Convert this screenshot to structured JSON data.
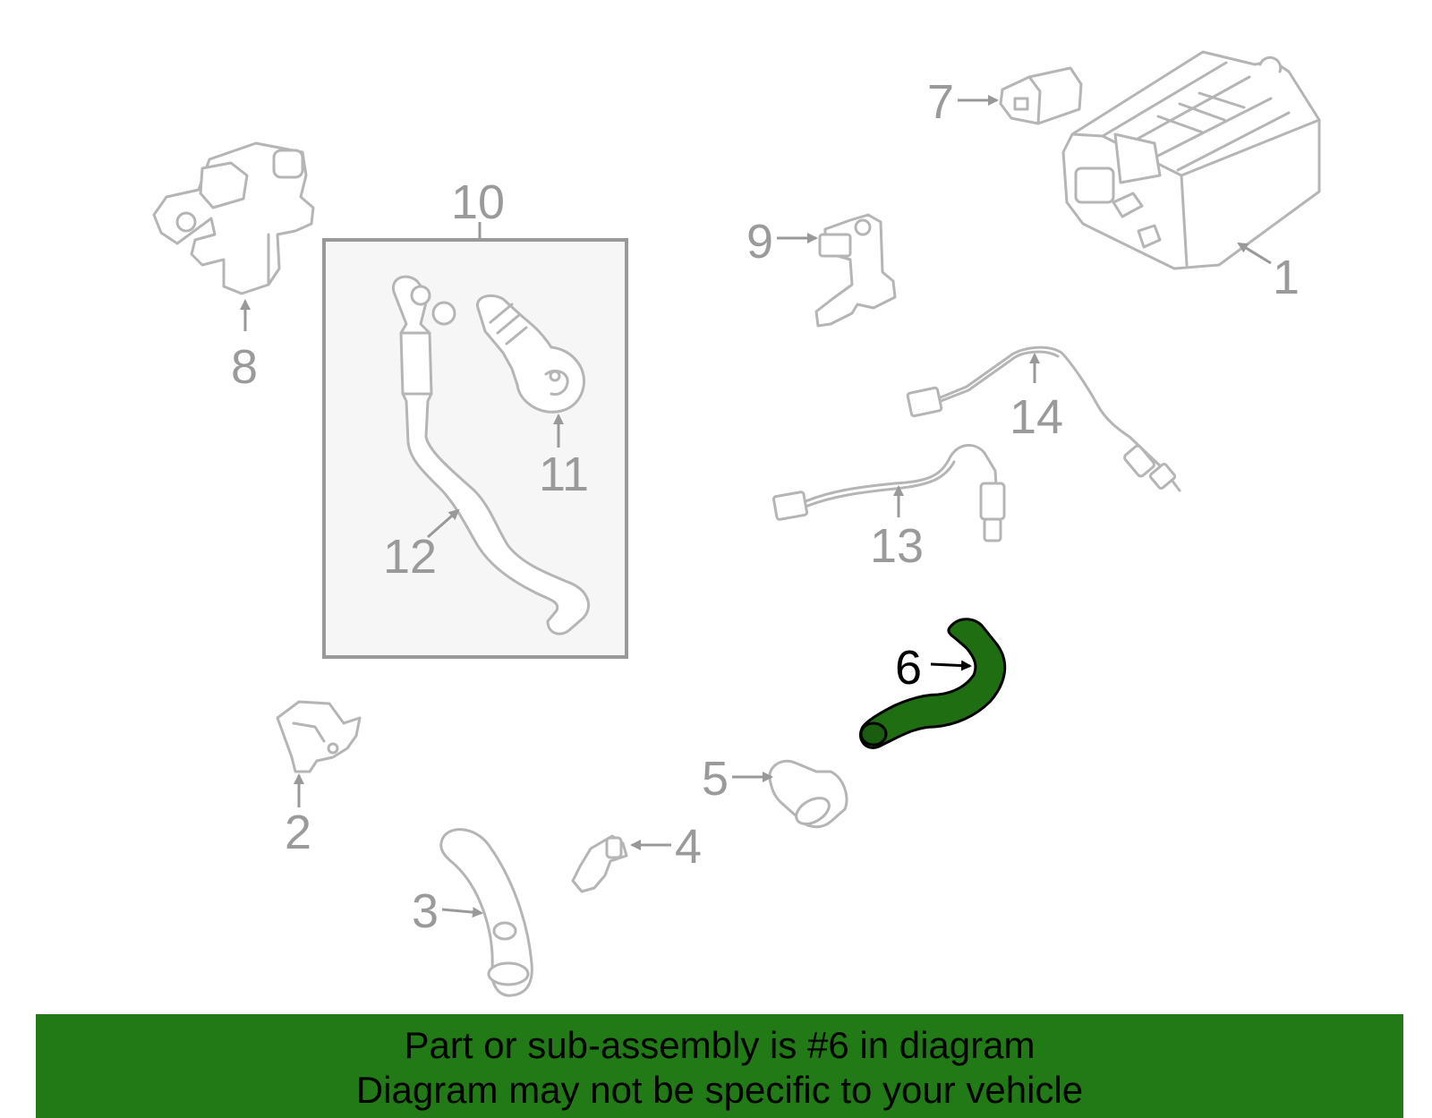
{
  "callouts": {
    "c1": "1",
    "c2": "2",
    "c3": "3",
    "c4": "4",
    "c5": "5",
    "c6": "6",
    "c7": "7",
    "c8": "8",
    "c9": "9",
    "c10": "10",
    "c11": "11",
    "c12": "12",
    "c13": "13",
    "c14": "14"
  },
  "highlight": {
    "part_number": "6",
    "color": "#1f6e12"
  },
  "banner": {
    "line1": "Part or sub-assembly is #6 in diagram",
    "line2": "Diagram may not be specific to your vehicle",
    "background": "#217a16"
  }
}
